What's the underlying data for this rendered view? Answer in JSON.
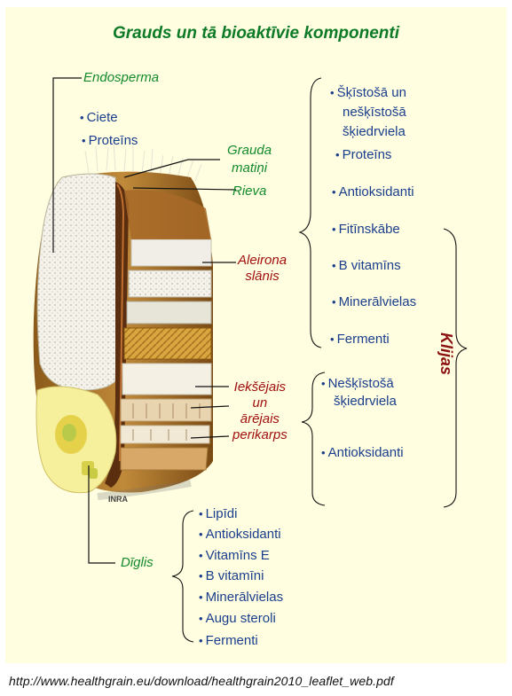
{
  "title": "Grauds un tā bioaktīvie komponenti",
  "labels": {
    "endosperma": "Endosperma",
    "grauda_matini_1": "Grauda",
    "grauda_matini_2": "matiņi",
    "rieva": "Rieva",
    "aleirona_1": "Aleirona",
    "aleirona_2": "slānis",
    "perikarps_1": "Iekšējais",
    "perikarps_2": "un",
    "perikarps_3": "ārējais",
    "perikarps_4": "perikarps",
    "diglis": "Dīglis",
    "klijas": "Klijas"
  },
  "endosperm_items": [
    "Ciete",
    "Proteīns"
  ],
  "aleurone_items": [
    "Šķīstošā un",
    "nešķīstošā",
    "šķiedrviela",
    "Proteīns",
    "Antioksidanti",
    "Fitīnskābe",
    "B vitamīns",
    "Minerālvielas",
    "Fermenti"
  ],
  "pericarp_items": [
    "Nešķīstošā",
    "šķiedrviela",
    "Antioksidanti"
  ],
  "germ_items": [
    "Lipīdi",
    "Antioksidanti",
    "Vitamīns E",
    "B vitamīni",
    "Minerālvielas",
    "Augu steroli",
    "Fermenti"
  ],
  "watermark": "INRA",
  "source_url": "http://www.healthgrain.eu/download/healthgrain2010_leaflet_web.pdf",
  "colors": {
    "background": "#fffee0",
    "title": "#0c7a26",
    "green_label": "#138a2c",
    "red_label": "#a01010",
    "blue_text": "#1a3e8c"
  }
}
